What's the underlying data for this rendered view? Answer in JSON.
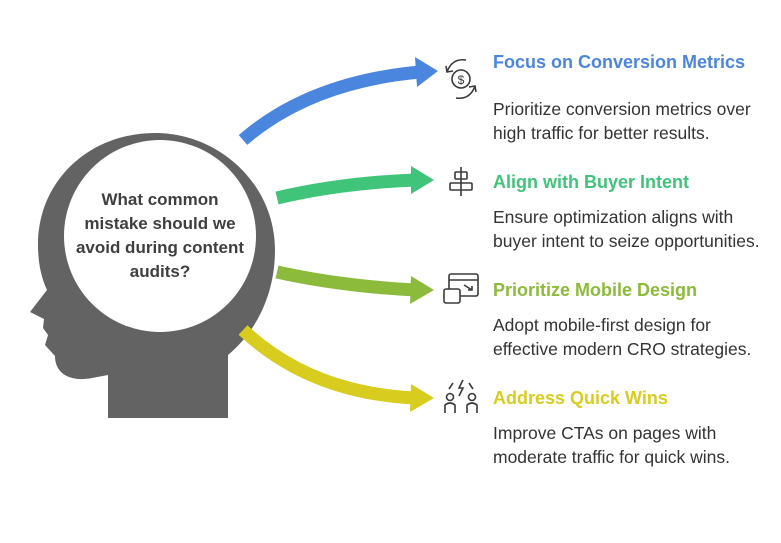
{
  "center": {
    "question": "What common mistake should we avoid during content audits?"
  },
  "colors": {
    "head": "#636363",
    "blue": "#4b86de",
    "green": "#3fc47a",
    "olive": "#8cba3a",
    "yellow": "#d8cc1f",
    "icon": "#3a3a3a"
  },
  "items": [
    {
      "title": "Focus on Conversion Metrics",
      "desc": "Prioritize conversion metrics over high traffic for better results.",
      "icon": "dollar-cycle-icon"
    },
    {
      "title": "Align with Buyer Intent",
      "desc": "Ensure optimization aligns with buyer intent to seize opportunities.",
      "icon": "align-center-icon"
    },
    {
      "title": "Prioritize Mobile Design",
      "desc": "Adopt mobile-first design for effective modern CRO strategies.",
      "icon": "responsive-design-icon"
    },
    {
      "title": "Address Quick Wins",
      "desc": "Improve CTAs on pages with moderate traffic for quick wins.",
      "icon": "people-lightning-icon"
    }
  ]
}
